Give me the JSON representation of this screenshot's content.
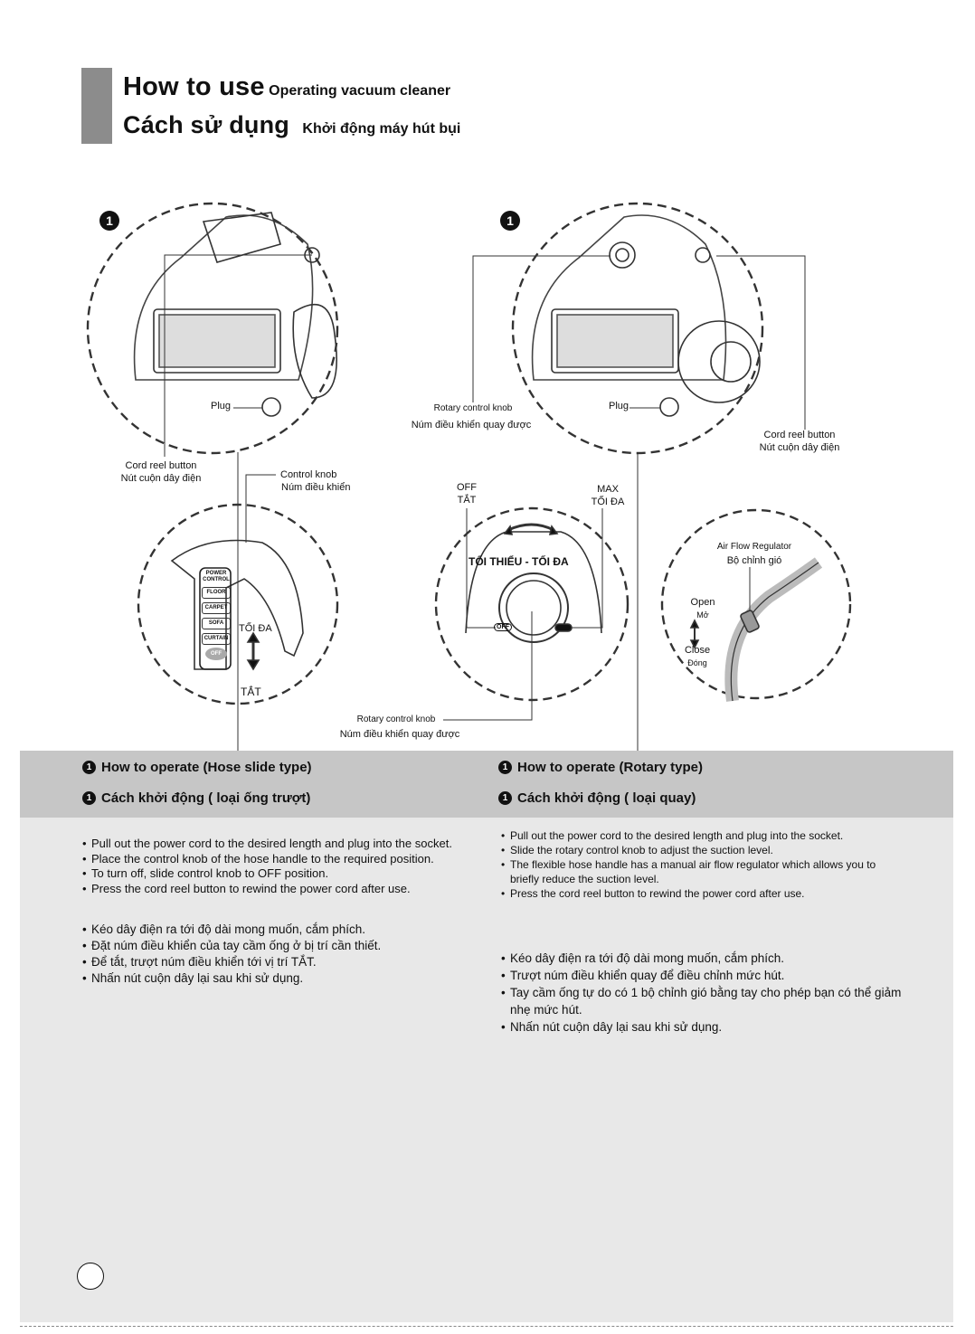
{
  "header": {
    "title_en": "How to use",
    "subtitle_en": "Operating vacuum cleaner",
    "title_vi": "Cách sử dụng",
    "subtitle_vi": "Khởi động máy hút bụi"
  },
  "step_number": "1",
  "left_diagram": {
    "plug": "Plug",
    "cord_reel_en": "Cord reel button",
    "cord_reel_vi": "Nút cuộn dây điện",
    "control_knob_en": "Control knob",
    "control_knob_vi": "Núm điều khiển",
    "panel_labels": [
      "POWER CONTROL",
      "FLOOR",
      "CARPET",
      "SOFA",
      "CURTAIN",
      "OFF"
    ],
    "max_vi": "TỐI ĐA",
    "off_vi": "TẮT"
  },
  "right_diagram": {
    "rotary_en": "Rotary control knob",
    "rotary_vi": "Núm điều khiển quay được",
    "plug": "Plug",
    "cord_reel_en": "Cord reel button",
    "cord_reel_vi": "Nút cuộn dây điện",
    "off_en": "OFF",
    "off_vi": "TẮT",
    "max_en": "MAX",
    "max_vi": "TỐI ĐA",
    "range_vi": "TỐI THIỂU - TỐI ĐA",
    "dial_off": "OFF",
    "rotary2_en": "Rotary control knob",
    "rotary2_vi": "Núm điều khiển quay được",
    "air_flow_en": "Air Flow Regulator",
    "air_flow_vi": "Bộ chỉnh gió",
    "open_en": "Open",
    "open_vi": "Mở",
    "close_en": "Close",
    "close_vi": "Đóng"
  },
  "hose_section": {
    "title_en": "How to operate (Hose slide type)",
    "title_vi": "Cách khởi động ( loại ống trượt)",
    "steps_en": [
      "Pull out the power cord to the desired length and plug into the socket.",
      "Place the control knob of the hose handle to the required position.",
      "To turn off, slide control knob to OFF position.",
      "Press the cord reel button to rewind the power cord after use."
    ],
    "steps_vi": [
      "Kéo dây điện ra tới độ dài mong muốn, cắm phích.",
      "Đặt núm điều khiển của tay cầm ống ở bị trí cần thiết.",
      "Để tắt, trượt núm điều khiển tới vị trí TẮT.",
      "Nhấn nút cuộn dây lại sau khi sử dụng."
    ]
  },
  "rotary_section": {
    "title_en": "How to operate (Rotary type)",
    "title_vi": "Cách khởi động ( loại quay)",
    "steps_en": [
      "Pull out the power cord to the desired length and plug into the socket.",
      "Slide the rotary control knob to adjust the suction level.",
      "The flexible hose handle has a manual air flow regulator which allows you to briefly reduce the suction level.",
      "Press the cord reel button to rewind the power cord after use."
    ],
    "steps_vi": [
      "Kéo dây điện ra tới độ dài mong muốn, cắm phích.",
      "Trượt núm điều khiển quay để điều chỉnh mức hút.",
      "Tay cầm ống tự do có 1 bộ chỉnh gió bằng tay cho phép bạn có thể giảm nhẹ mức hút.",
      "Nhấn nút cuộn dây lại sau khi sử dụng."
    ]
  }
}
